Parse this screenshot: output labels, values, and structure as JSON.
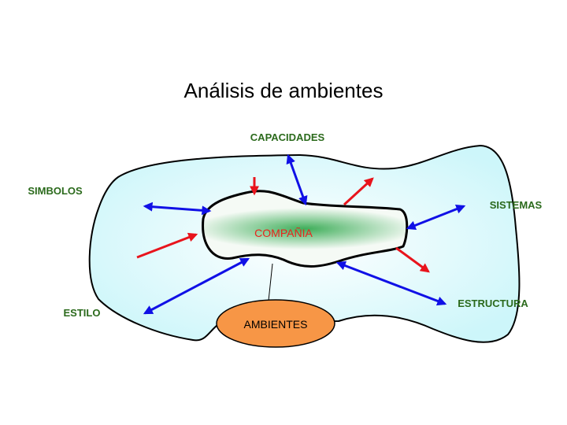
{
  "title": "Análisis de ambientes",
  "center_label": "COMPAÑIA",
  "environment_label": "AMBIENTES",
  "factors": {
    "capacidades": "CAPACIDADES",
    "simbolos": "SIMBOLOS",
    "sistemas": "SISTEMAS",
    "estilo": "ESTILO",
    "estructura": "ESTRUCTURA"
  },
  "colors": {
    "environment_fill": "#dcfafd",
    "company_fill": "#3fae5a",
    "ambientes_fill": "#f79646",
    "bidirectional_arrow": "#1010e6",
    "external_arrow": "#e8141c",
    "label": "#2b6a1c"
  }
}
